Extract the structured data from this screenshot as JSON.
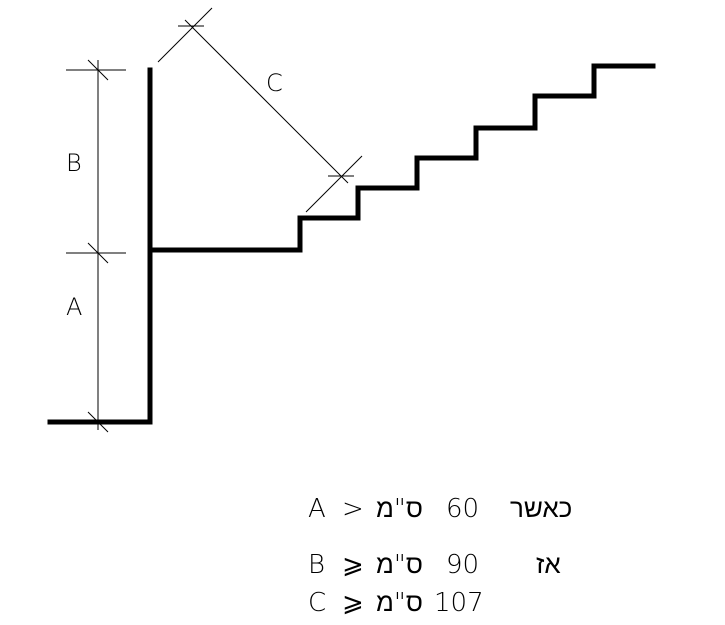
{
  "labels": {
    "a": "A",
    "b": "B",
    "c": "C"
  },
  "rules": [
    {
      "condition": "כאשר",
      "value": "60",
      "unit": "ס\"מ",
      "operator": ">",
      "variable": "A"
    },
    {
      "condition": "אז",
      "value": "90",
      "unit": "ס\"מ",
      "operator": "⩾",
      "variable": "B"
    },
    {
      "condition": "",
      "value": "107",
      "unit": "ס\"מ",
      "operator": "⩾",
      "variable": "C"
    }
  ]
}
